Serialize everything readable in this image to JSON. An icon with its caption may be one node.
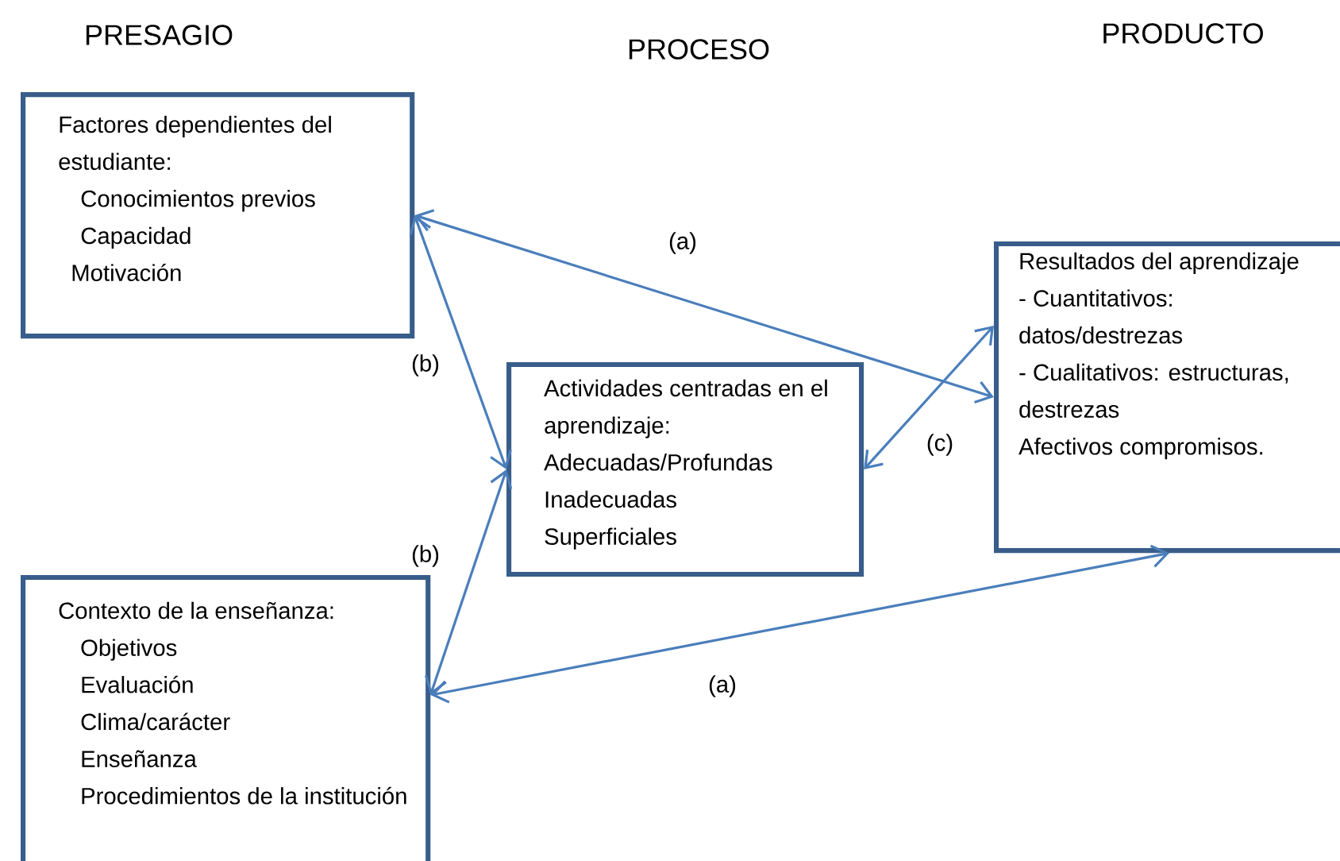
{
  "diagram": {
    "nodes": [
      {
        "text": [
          "Factores dependientes del estudiante:",
          "Conocimientos previos",
          "Capacidad",
          "Motivación"
        ]
      },
      {
        "text": [
          "Actividades centradas en el aprendizaje:",
          "Adecuadas/Profundas",
          "Inadecuadas",
          "Superficiales"
        ]
      },
      {
        "text": [
          "Resultados del aprendizaje",
          "- Cuantitativos: datos/destrezas",
          "- Cualitativos: estructuras, destrezas",
          "Afectivos compromisos."
        ]
      },
      {
        "text": [
          "Contexto de la enseñanza:",
          "Objetivos",
          "Evaluación",
          "Clima/carácter",
          "Enseñanza",
          "Procedimientos de la institución"
        ]
      }
    ],
    "edges": [
      {
        "from": 0,
        "to": 2,
        "arrow": "both",
        "label": "(a)"
      },
      {
        "from": 0,
        "to": 1,
        "arrow": "both",
        "label": "(b)"
      },
      {
        "from": 3,
        "to": 1,
        "arrow": "both",
        "label": "(b)"
      },
      {
        "from": 1,
        "to": 2,
        "arrow": "both",
        "label": "(c)"
      },
      {
        "from": 3,
        "to": 2,
        "arrow": "both",
        "label": "(a)"
      }
    ],
    "labels": [
      "PRESAGIO",
      "PROCESO",
      "PRODUCTO"
    ]
  }
}
